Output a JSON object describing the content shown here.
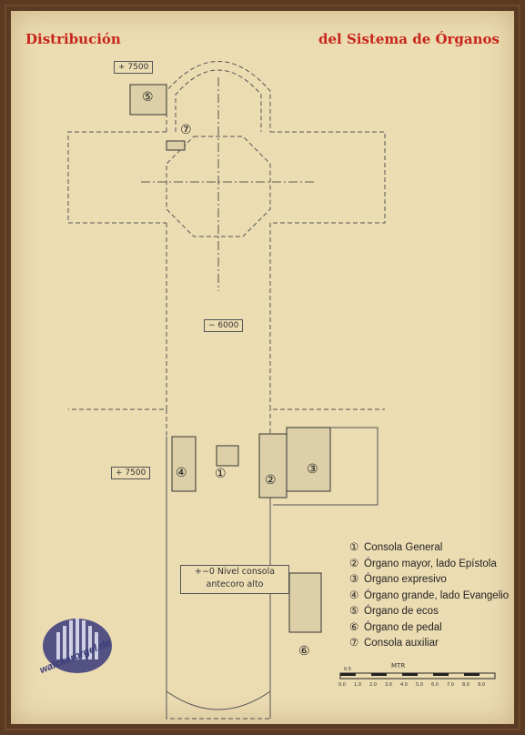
{
  "title": {
    "left": "Distribución",
    "right": "del Sistema de Órganos"
  },
  "level_tags": {
    "apse": "+ 7500",
    "nave": "− 6000",
    "gallery": "+ 7500"
  },
  "note": {
    "line1": "+−0 Nivel consola",
    "line2": "antecoro alto"
  },
  "markers": [
    "①",
    "②",
    "③",
    "④",
    "⑤",
    "⑥",
    "⑦"
  ],
  "legend": [
    {
      "num": "①",
      "label": "Consola General"
    },
    {
      "num": "②",
      "label": "Órgano mayor, lado Epístola"
    },
    {
      "num": "③",
      "label": "Órgano expresivo"
    },
    {
      "num": "④",
      "label": "Órgano grande, lado Evangelio"
    },
    {
      "num": "⑤",
      "label": "Órgano de ecos"
    },
    {
      "num": "⑥",
      "label": "Órgano de pedal"
    },
    {
      "num": "⑦",
      "label": "Consola auxiliar"
    }
  ],
  "scale": {
    "unit": "MTR",
    "start": "0.5",
    "ticks": [
      "0.0",
      "1.0",
      "2.0",
      "3.0",
      "4.0",
      "5.0",
      "6.0",
      "7.0",
      "8.0",
      "9.0"
    ]
  },
  "logo": {
    "text": "walckerorgel.de",
    "icon": "organ-pipes-logo-icon"
  },
  "colors": {
    "title": "#c8251c",
    "paper": "#ecdcb2",
    "frame": "#5a3a22",
    "lines": "#555555"
  }
}
